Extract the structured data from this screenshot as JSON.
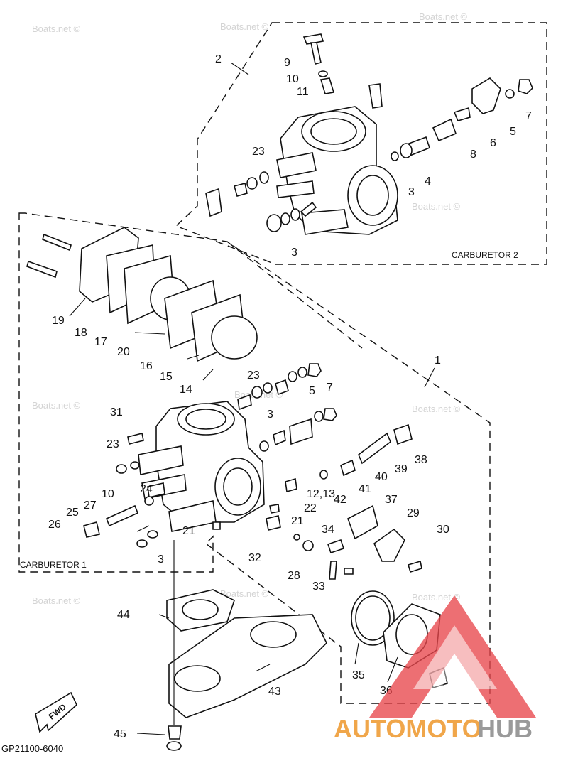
{
  "diagram": {
    "groups": [
      {
        "id": "carburetor_2",
        "label": "CARBURETOR 2",
        "callout": "2"
      },
      {
        "id": "carburetor_1",
        "label": "CARBURETOR 1",
        "callout": "1"
      }
    ],
    "callouts": [
      "1",
      "2",
      "3",
      "4",
      "5",
      "6",
      "7",
      "8",
      "9",
      "10",
      "11",
      "12,13",
      "14",
      "15",
      "16",
      "17",
      "18",
      "19",
      "20",
      "21",
      "22",
      "23",
      "24",
      "25",
      "26",
      "27",
      "28",
      "29",
      "30",
      "31",
      "32",
      "33",
      "34",
      "35",
      "36",
      "37",
      "38",
      "39",
      "40",
      "41",
      "42",
      "43",
      "44",
      "45"
    ],
    "diagram_code": "GP21100-6040",
    "fwd_label": "FWD",
    "watermark": "Boats.net ©",
    "brand": {
      "part1": "AUTOMOTO",
      "part2": "HUB",
      "color1": "#f0a64a",
      "color2": "#9a9a9a",
      "logo_color": "#e8474c"
    }
  }
}
